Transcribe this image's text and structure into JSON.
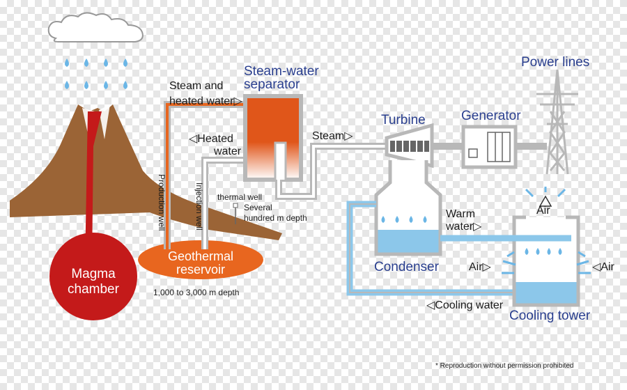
{
  "labels": {
    "steam_and": "Steam and",
    "heated_water": "heated water▷",
    "separator_1": "Steam-water",
    "separator_2": "separator",
    "heated_water_left_1": "◁Heated",
    "heated_water_left_2": "water",
    "steam": "Steam▷",
    "turbine": "Turbine",
    "generator": "Generator",
    "power_lines": "Power lines",
    "production_well": "Production well",
    "injection_well": "Injection well",
    "thermal_well": "thermal well",
    "several_1": "Several",
    "several_2": "hundred m depth",
    "reservoir_1": "Geothermal",
    "reservoir_2": "reservoir",
    "magma_1": "Magma",
    "magma_2": "chamber",
    "depth": "1,000 to 3,000 m depth",
    "warm_water_1": "Warm",
    "warm_water_2": "water▷",
    "condenser": "Condenser",
    "air_top": "Air",
    "air_left": "Air▷",
    "air_right": "◁Air",
    "cooling_water": "◁Cooling water",
    "cooling_tower": "Cooling tower",
    "notice": "* Reproduction without permission prohibited"
  },
  "colors": {
    "volcano": "#9b6436",
    "magma": "#c41a1a",
    "reservoir": "#e8661f",
    "water_blue": "#8cc7ea",
    "pipe_gray": "#b8b8b8",
    "title_blue": "#2a3f8f",
    "rain_blue": "#6bb6e6"
  },
  "icons": [
    "cloud-icon",
    "raindrop-icon",
    "power-tower-icon",
    "turbine-icon",
    "generator-icon"
  ]
}
